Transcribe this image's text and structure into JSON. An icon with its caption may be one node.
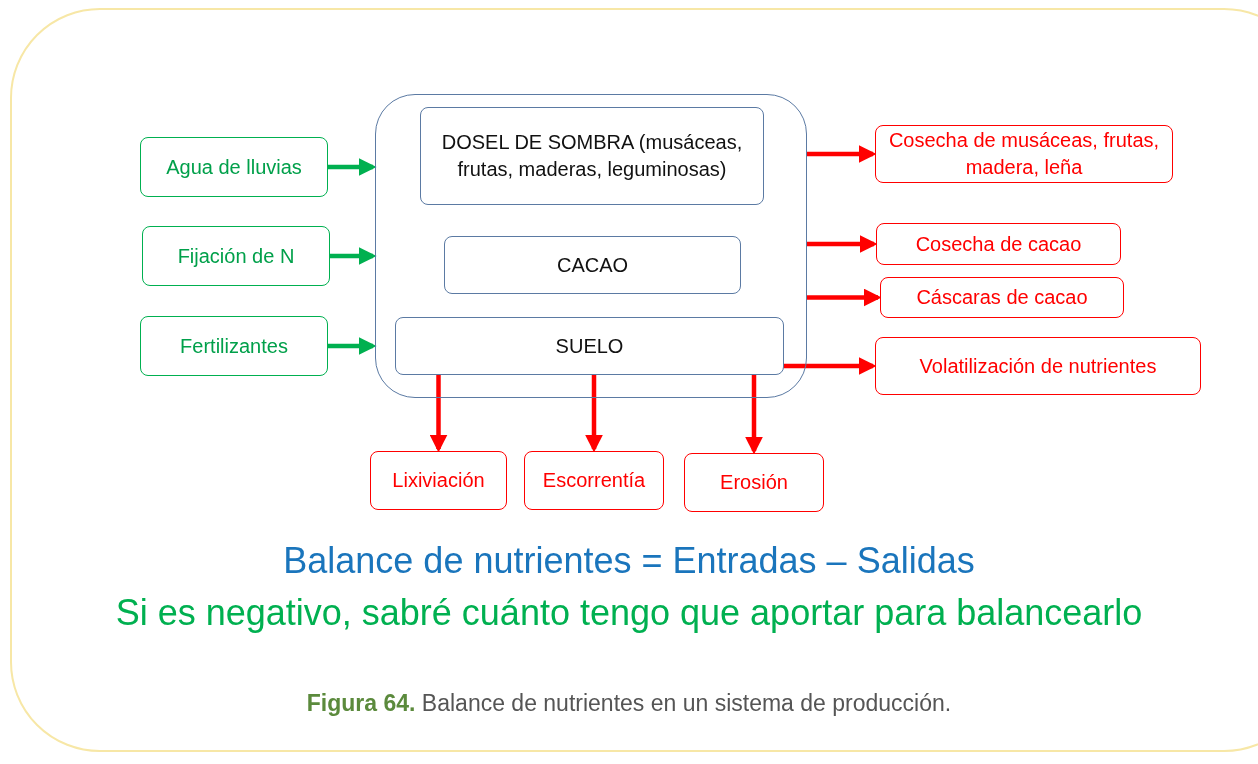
{
  "diagram": {
    "caption": "**Figura 64.** Balance de nutrientes en un sistema de producción.",
    "nodes": [
      {
        "text": [],
        "shape": "box"
      },
      {
        "text": [
          "DOSEL DE SOMBRA (musáceas, frutas, maderas, leguminosas)"
        ],
        "in": 0
      },
      {
        "text": [
          "CACAO"
        ],
        "in": 0
      },
      {
        "text": [
          "SUELO"
        ],
        "in": 0
      },
      {
        "text": [
          "Agua de lluvias"
        ]
      },
      {
        "text": [
          "Fijación de N"
        ]
      },
      {
        "text": [
          "Fertilizantes"
        ]
      },
      {
        "text": [
          "Cosecha de musáceas, frutas, madera, leña"
        ]
      },
      {
        "text": [
          "Cosecha de cacao"
        ]
      },
      {
        "text": [
          "Cáscaras de cacao"
        ]
      },
      {
        "text": [
          "Volatilización de nutrientes"
        ]
      },
      {
        "text": [
          "Lixiviación"
        ]
      },
      {
        "text": [
          "Escorrentía"
        ]
      },
      {
        "text": [
          "Erosión"
        ]
      }
    ],
    "edges": [
      {
        "from": 4,
        "to": 0,
        "arrow": "to",
        "color": "#00b050"
      },
      {
        "from": 5,
        "to": 0,
        "arrow": "to",
        "color": "#00b050"
      },
      {
        "from": 6,
        "to": 0,
        "arrow": "to",
        "color": "#00b050"
      },
      {
        "from": 0,
        "to": 7,
        "arrow": "to"
      },
      {
        "from": 0,
        "to": 8,
        "arrow": "to"
      },
      {
        "from": 0,
        "to": 9,
        "arrow": "to"
      },
      {
        "from": 3,
        "to": 10,
        "arrow": "to"
      },
      {
        "from": 3,
        "to": 11,
        "arrow": "to"
      },
      {
        "from": 3,
        "to": 12,
        "arrow": "to"
      },
      {
        "from": 3,
        "to": 13,
        "arrow": "to"
      }
    ],
    "labels": [
      "Balance de nutrientes = Entradas – Salidas",
      "Si es negativo, sabré cuánto tengo que aportar para balancearlo"
    ]
  }
}
